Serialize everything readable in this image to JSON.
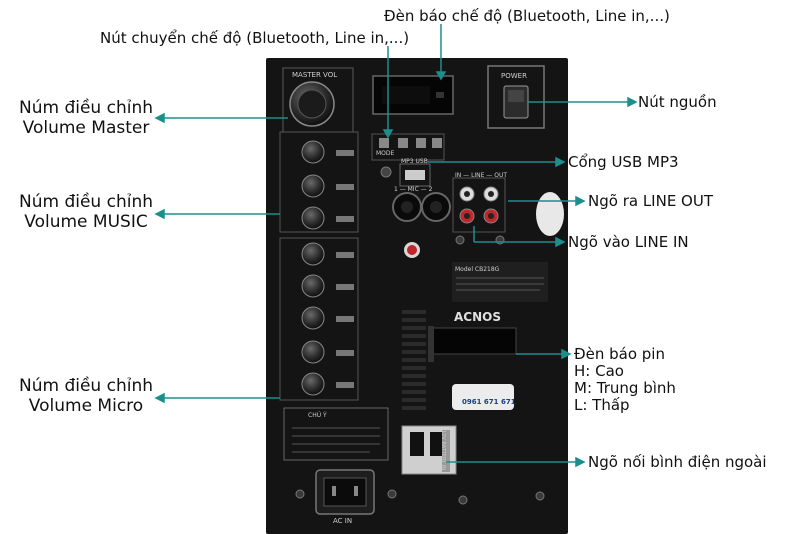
{
  "labels": {
    "mode_indicator": "Đèn báo chế độ (Bluetooth, Line in,...)",
    "mode_switch": "Nút chuyển chế độ (Bluetooth, Line in,...)",
    "master_volume": [
      "Núm điều chỉnh",
      "Volume Master"
    ],
    "music_volume": [
      "Núm điều chỉnh",
      "Volume MUSIC"
    ],
    "mic_volume": [
      "Núm điều chỉnh",
      "Volume Micro"
    ],
    "power_button": "Nút nguồn",
    "usb_port": "Cổng USB MP3",
    "line_out": "Ngõ ra LINE OUT",
    "line_in": "Ngõ vào LINE IN",
    "battery_indicator": [
      "Đèn báo pin",
      "H: Cao",
      "M: Trung bình",
      "L: Thấp"
    ],
    "external_battery": "Ngõ nối bình điện ngoài"
  },
  "panel": {
    "master_vol": "MASTER VOL",
    "power": "POWER",
    "mode": "MODE",
    "mp3_usb": "MP3 USB",
    "mic": "1 — MIC — 2",
    "line_io": "IN — LINE — OUT",
    "brand": "ACNOS",
    "model": "Model CB218G",
    "caution": "CHÚ Ý",
    "ac_in": "AC IN",
    "hotline": "0961 671 671",
    "battery": "12V BATTERY IN"
  },
  "colors": {
    "accent": "#1b8f8c",
    "panel": "#141414"
  }
}
